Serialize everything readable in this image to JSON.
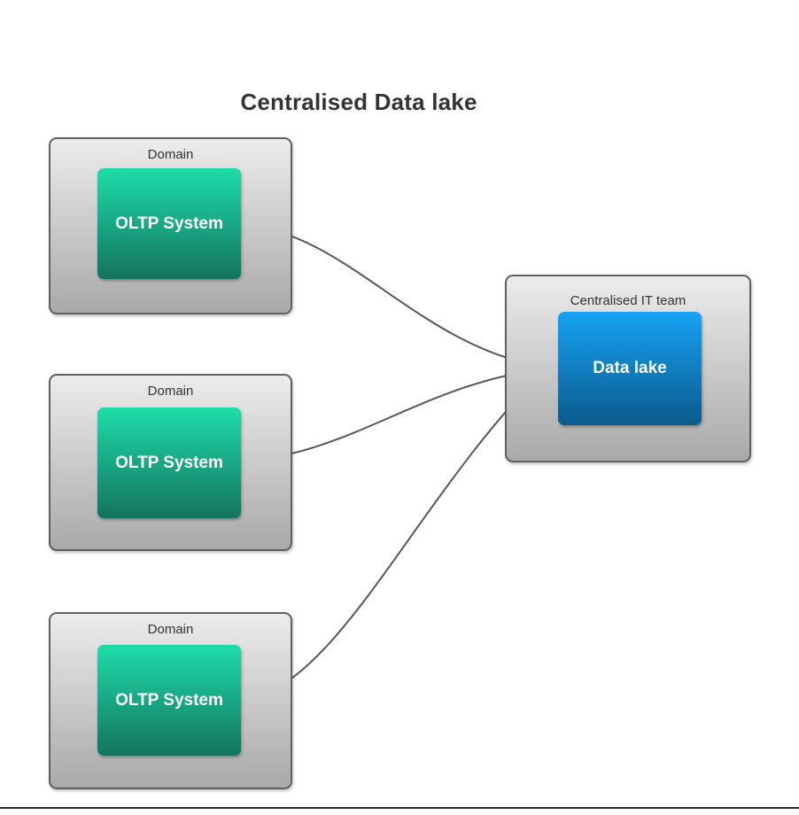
{
  "title": "Centralised Data lake",
  "domains": [
    {
      "label": "Domain",
      "system_label": "OLTP System"
    },
    {
      "label": "Domain",
      "system_label": "OLTP System"
    },
    {
      "label": "Domain",
      "system_label": "OLTP System"
    }
  ],
  "central": {
    "label": "Centralised IT team",
    "system_label": "Data lake"
  },
  "colors": {
    "oltp_top": "#1edcaa",
    "oltp_bottom": "#14735f",
    "datalake_top": "#17a3f5",
    "datalake_bottom": "#0b5a8c",
    "container_top": "#ececec",
    "container_bottom": "#a9a9a9",
    "container_border": "#5f5f5f",
    "connector": "#575757",
    "title_color": "#333333",
    "label_color": "#333333",
    "baseline_rule": "#2b2b2b"
  }
}
